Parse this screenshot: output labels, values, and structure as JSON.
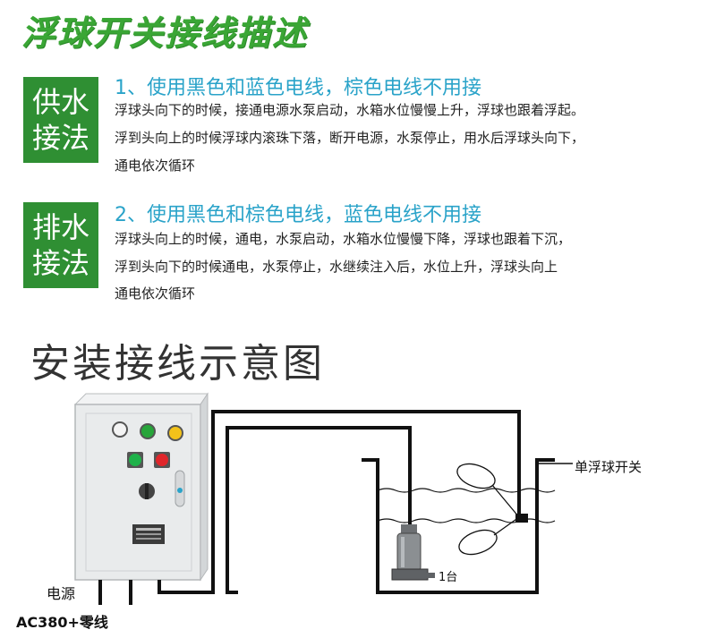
{
  "header": {
    "title": "浮球开关接线描述"
  },
  "supply": {
    "badge_line1": "供水",
    "badge_line2": "接法",
    "heading": "1、使用黑色和蓝色电线，棕色电线不用接",
    "lines": [
      "浮球头向下的时候，接通电源水泵启动，水箱水位慢慢上升，浮球也跟着浮起。",
      "浮到头向上的时候浮球内滚珠下落，断开电源，水泵停止，用水后浮球头向下，",
      "通电依次循环"
    ]
  },
  "drain": {
    "badge_line1": "排水",
    "badge_line2": "接法",
    "heading": "2、使用黑色和棕色电线，蓝色电线不用接",
    "lines": [
      "浮球头向上的时候，通电，水泵启动，水箱水位慢慢下降，浮球也跟着下沉，",
      "浮到头向下的时候通电，水泵停止，水继续注入后，水位上升，浮球头向上",
      "通电依次循环"
    ]
  },
  "diagram": {
    "title": "安装接线示意图",
    "power_label": "电源",
    "ac_label": "AC380+零线",
    "switch_label": "单浮球开关",
    "pump_label": "1台",
    "colors": {
      "cabinet": "#e9ebec",
      "indicator_white": "#f4f4f4",
      "indicator_green": "#27a53a",
      "indicator_yellow": "#f2c21a",
      "button_green": "#1fb24a",
      "button_red": "#e0262b",
      "wire": "#111111"
    }
  }
}
